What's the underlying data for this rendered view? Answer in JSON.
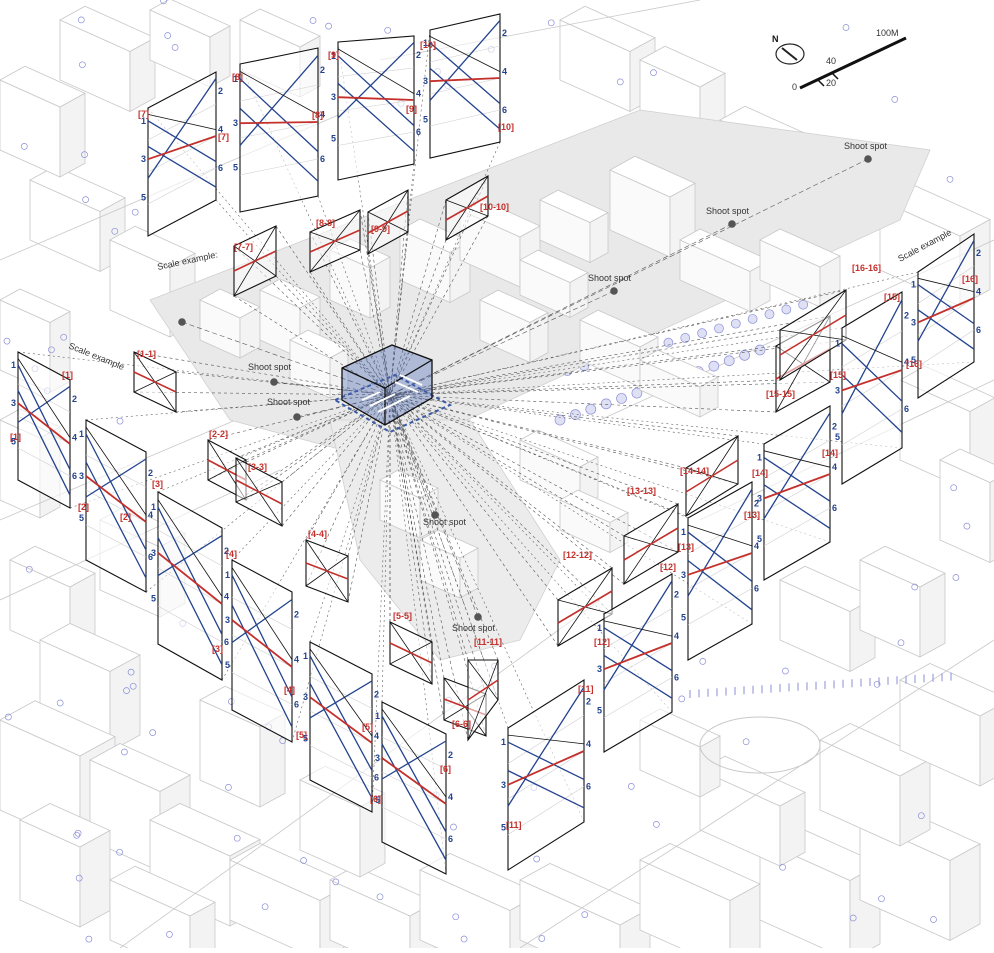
{
  "colors": {
    "background": "#ffffff",
    "context": "#c8c8c8",
    "trees": "#8a8fd6",
    "panel": "#111111",
    "view_red": "#c4302b",
    "view_blue": "#23438f",
    "sight": "#555555",
    "core": "#3a5aa8"
  },
  "compass": {
    "north_label": "N"
  },
  "scale_bar": {
    "labels": [
      "100M",
      "40",
      "20",
      "0"
    ]
  },
  "shoot_spot_label": "Shoot spot",
  "scale_example_label": "Scale example",
  "scale_example_label_colon": "Scale example:",
  "section_labels": [
    "[1-1]",
    "[2-2]",
    "[3-3]",
    "[4-4]",
    "[5-5]",
    "[6-6]",
    "[7-7]",
    "[8-8]",
    "[9-9]",
    "[10-10]",
    "[11-11]",
    "[12-12]",
    "[13-13]",
    "[14-14]",
    "[15-15]",
    "[16-16]"
  ],
  "view_labels": [
    "[1]",
    "[2]",
    "[3]",
    "[4]",
    "[5]",
    "[6]",
    "[7]",
    "[8]",
    "[9]",
    "[10]",
    "[11]",
    "[12]",
    "[13]",
    "[14]",
    "[15]",
    "[16]"
  ],
  "panel_numbers": [
    "1",
    "2",
    "3",
    "4",
    "5",
    "6"
  ]
}
